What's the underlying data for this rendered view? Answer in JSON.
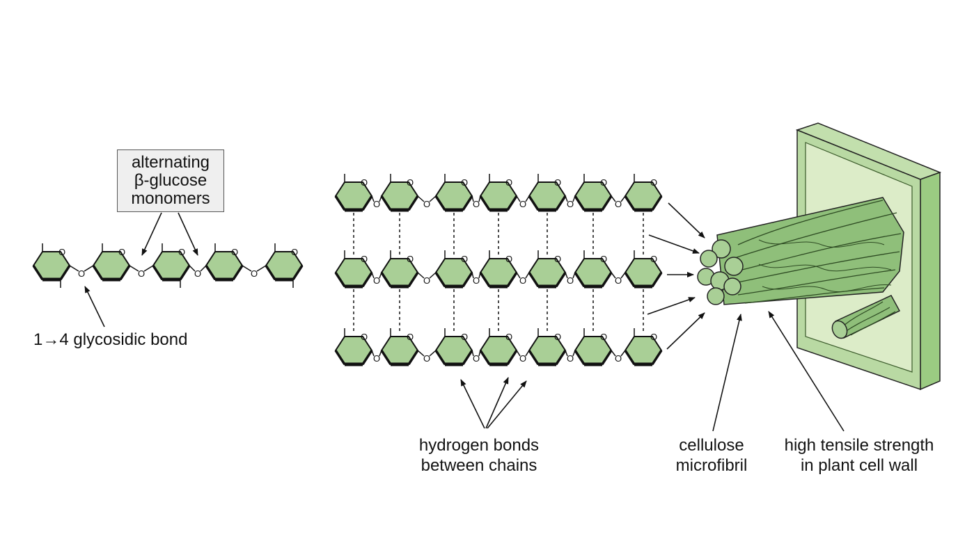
{
  "labels": {
    "monomers": [
      "alternating",
      "β-glucose",
      "monomers"
    ],
    "glycosidic_bond": "1→4 glycosidic bond",
    "hydrogen_bonds": [
      "hydrogen bonds",
      "between chains"
    ],
    "microfibril": [
      "cellulose",
      "microfibril"
    ],
    "tensile_strength": [
      "high tensile strength",
      "in plant cell wall"
    ]
  },
  "ring_oxygen": "O",
  "colors": {
    "ring_fill": "#a9cf96",
    "ring_stroke": "#111111",
    "fibril_fill": "#8fbf7a",
    "wall_face": "#dcecc8",
    "wall_side": "#9bcb82",
    "wall_top": "#c2dfad"
  }
}
